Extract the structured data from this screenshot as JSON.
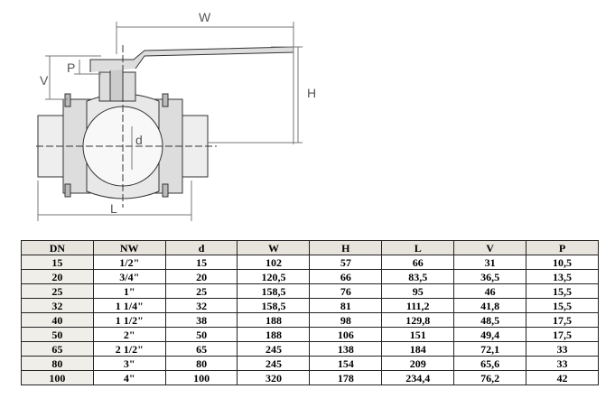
{
  "drawing": {
    "dimensions": {
      "w": "W",
      "h": "H",
      "l": "L",
      "v": "V",
      "p": "P",
      "d": "d"
    }
  },
  "table": {
    "headers": [
      "DN",
      "NW",
      "d",
      "W",
      "H",
      "L",
      "V",
      "P"
    ],
    "rows": [
      [
        "15",
        "1/2\"",
        "15",
        "102",
        "57",
        "66",
        "31",
        "10,5"
      ],
      [
        "20",
        "3/4\"",
        "20",
        "120,5",
        "66",
        "83,5",
        "36,5",
        "13,5"
      ],
      [
        "25",
        "1\"",
        "25",
        "158,5",
        "76",
        "95",
        "46",
        "15,5"
      ],
      [
        "32",
        "1 1/4\"",
        "32",
        "158,5",
        "81",
        "111,2",
        "41,8",
        "15,5"
      ],
      [
        "40",
        "1 1/2\"",
        "38",
        "188",
        "98",
        "129,8",
        "48,5",
        "17,5"
      ],
      [
        "50",
        "2\"",
        "50",
        "188",
        "106",
        "151",
        "49,4",
        "17,5"
      ],
      [
        "65",
        "2 1/2\"",
        "65",
        "245",
        "138",
        "184",
        "72,1",
        "33"
      ],
      [
        "80",
        "3\"",
        "80",
        "245",
        "154",
        "209",
        "65,6",
        "33"
      ],
      [
        "100",
        "4\"",
        "100",
        "320",
        "178",
        "234,4",
        "76,2",
        "42"
      ]
    ]
  }
}
